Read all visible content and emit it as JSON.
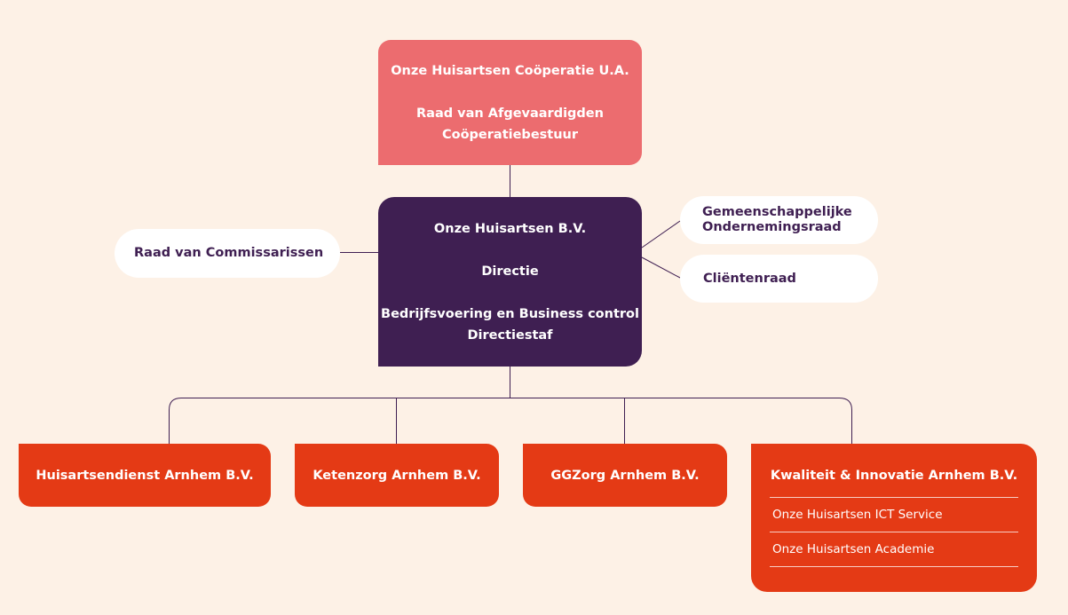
{
  "cooperatie": {
    "line1": "Onze Huisartsen Coöperatie  U.A.",
    "line2": "Raad van Afgevaardigden",
    "line3": "Coöperatiebestuur"
  },
  "bv": {
    "line1": "Onze Huisartsen B.V.",
    "line2": "Directie",
    "line3": "Bedrijfsvoering en Business control",
    "line4": "Directiestaf"
  },
  "raad_van_commissarissen": "Raad van Commissarissen",
  "gemeenschappelijke_or": {
    "line1": "Gemeenschappelijke",
    "line2": "Ondernemingsraad"
  },
  "clientenraad": "Cliëntenraad",
  "subsidiaries": [
    {
      "name": "Huisartsendienst Arnhem B.V."
    },
    {
      "name": "Ketenzorg Arnhem B.V."
    },
    {
      "name": "GGZorg Arnhem B.V."
    },
    {
      "name": "Kwaliteit & Innovatie Arnhem B.V.",
      "units": [
        "Onze Huisartsen ICT Service",
        "Onze Huisartsen Academie"
      ]
    }
  ],
  "colors": {
    "background": "#fdf1e6",
    "cooperatie": "#ec6c6f",
    "bv": "#3f1f52",
    "subsidiary": "#e43a15",
    "pill": "#ffffff",
    "pill_text": "#3f1f52",
    "connector": "#3f1f52"
  }
}
